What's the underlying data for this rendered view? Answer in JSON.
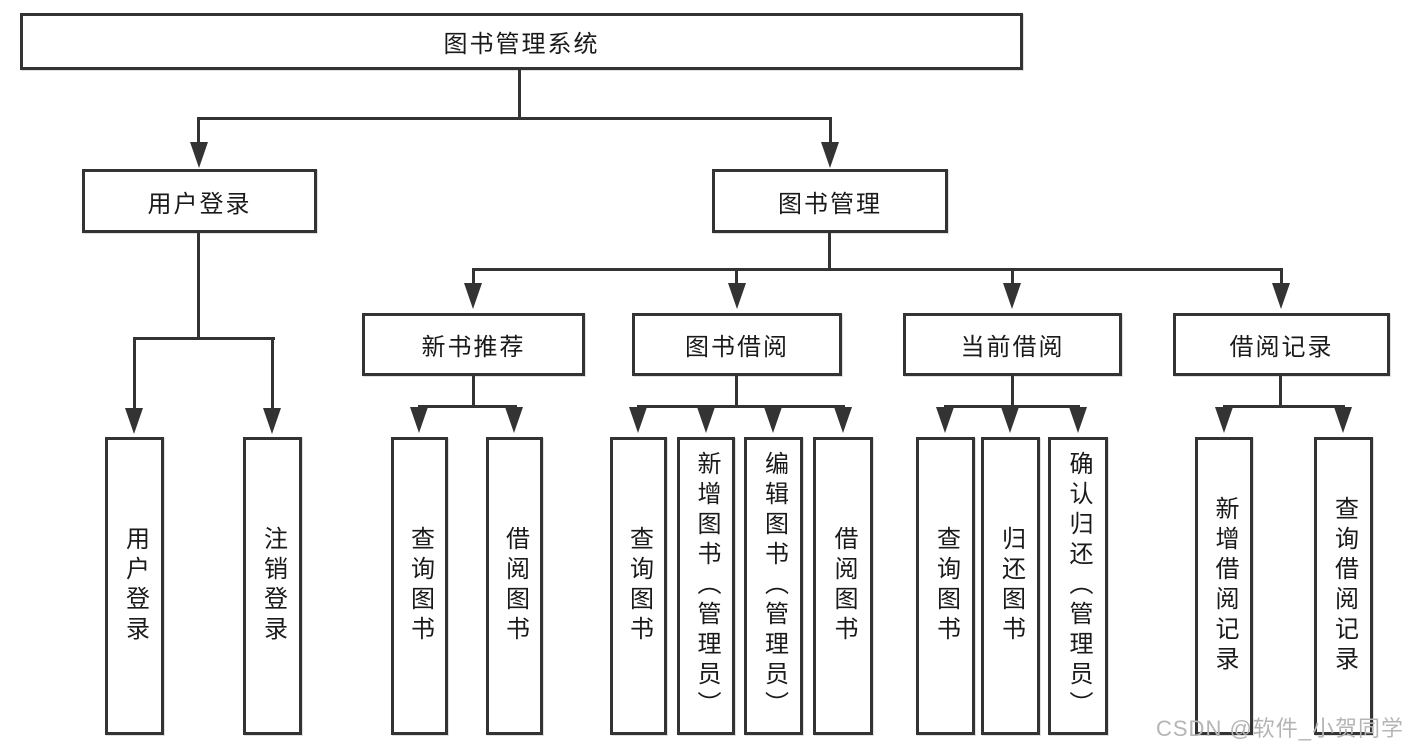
{
  "root": {
    "label": "图书管理系统"
  },
  "level2": {
    "user_login": {
      "label": "用户登录"
    },
    "book_management": {
      "label": "图书管理"
    }
  },
  "level3": {
    "new_book_recommend": {
      "label": "新书推荐"
    },
    "book_borrowing": {
      "label": "图书借阅"
    },
    "current_borrowing": {
      "label": "当前借阅"
    },
    "borrow_records": {
      "label": "借阅记录"
    }
  },
  "leaves": {
    "user_login": [
      "用户登录",
      "注销登录"
    ],
    "new_book_recommend": [
      "查询图书",
      "借阅图书"
    ],
    "book_borrowing": [
      "查询图书",
      "新增图书（管理员）",
      "编辑图书（管理员）",
      "借阅图书"
    ],
    "current_borrowing": [
      "查询图书",
      "归还图书",
      "确认归还（管理员）"
    ],
    "borrow_records": [
      "新增借阅记录",
      "查询借阅记录"
    ]
  },
  "watermark": "CSDN @软件_小贺同学",
  "colors": {
    "line": "#333333",
    "text": "#1a1a1a",
    "watermark": "#b5b5b5",
    "background": "#ffffff"
  }
}
